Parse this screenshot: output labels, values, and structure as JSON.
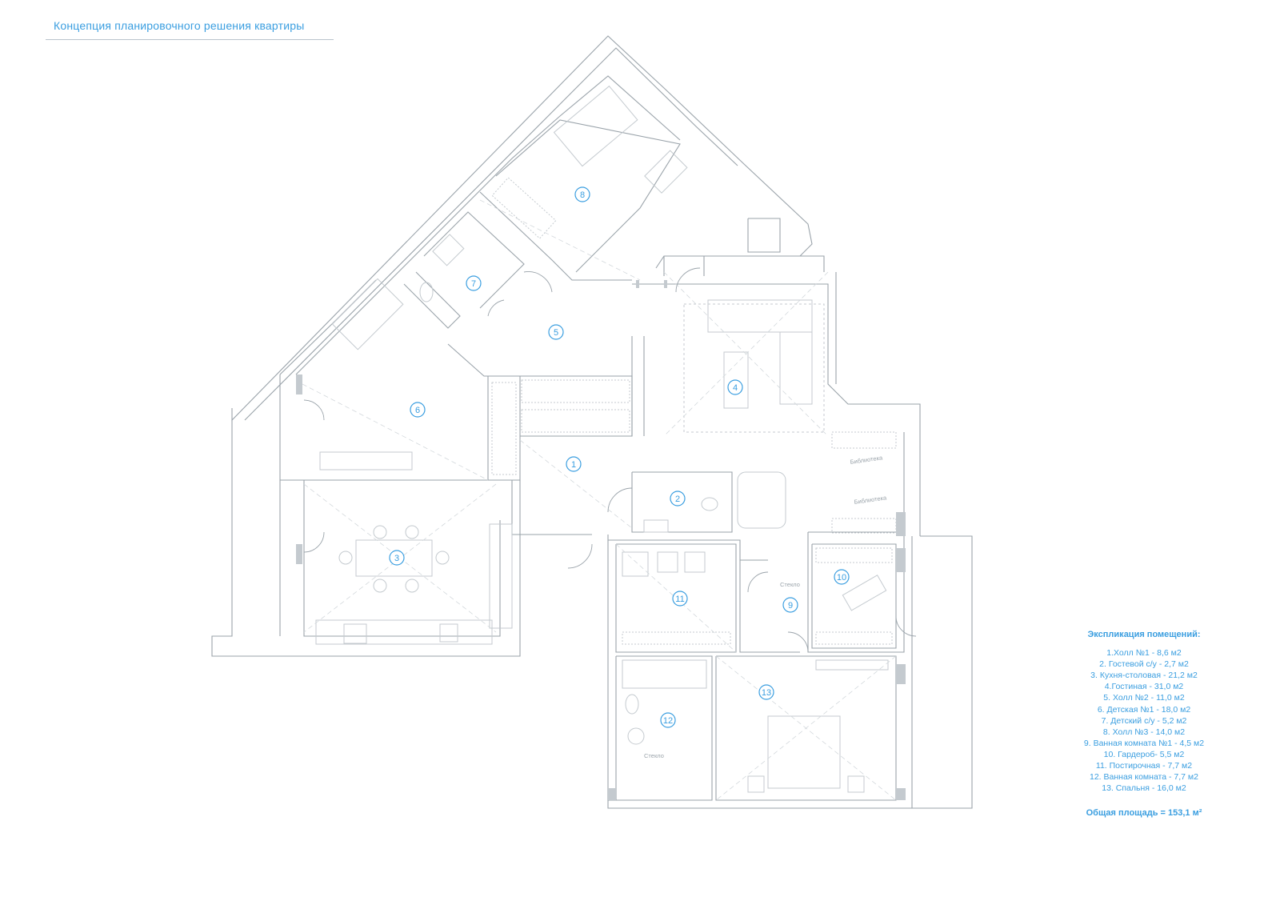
{
  "title": "Концепция планировочного решения квартиры",
  "colors": {
    "accent": "#3a9ee0",
    "line": "#9aa3aa",
    "line_light": "#c4cacf"
  },
  "rooms": [
    {
      "number": "1"
    },
    {
      "number": "2"
    },
    {
      "number": "3"
    },
    {
      "number": "4"
    },
    {
      "number": "5"
    },
    {
      "number": "6"
    },
    {
      "number": "7"
    },
    {
      "number": "8"
    },
    {
      "number": "9"
    },
    {
      "number": "10"
    },
    {
      "number": "11"
    },
    {
      "number": "12"
    },
    {
      "number": "13"
    }
  ],
  "annotations": {
    "library_1": "Библиотека",
    "library_2": "Библиотека",
    "glass_1": "Стекло",
    "glass_2": "Стекло"
  },
  "legend": {
    "title": "Экспликация помещений:",
    "items": [
      "1.Холл №1 - 8,6 м2",
      "2. Гостевой с/у - 2,7 м2",
      "3. Кухня-столовая - 21,2 м2",
      "4.Гостиная   - 31,0 м2",
      "5. Холл №2 - 11,0 м2",
      "6. Детская №1 - 18,0 м2",
      "7. Детский с/у - 5,2 м2",
      "8. Холл №3 - 14,0 м2",
      "9. Ванная комната №1 - 4,5 м2",
      "10. Гардероб- 5,5 м2",
      "11. Постирочная - 7,7 м2",
      "12. Ванная комната - 7,7 м2",
      "13. Спальня - 16,0 м2"
    ],
    "total": "Общая площадь = 153,1 м²"
  }
}
